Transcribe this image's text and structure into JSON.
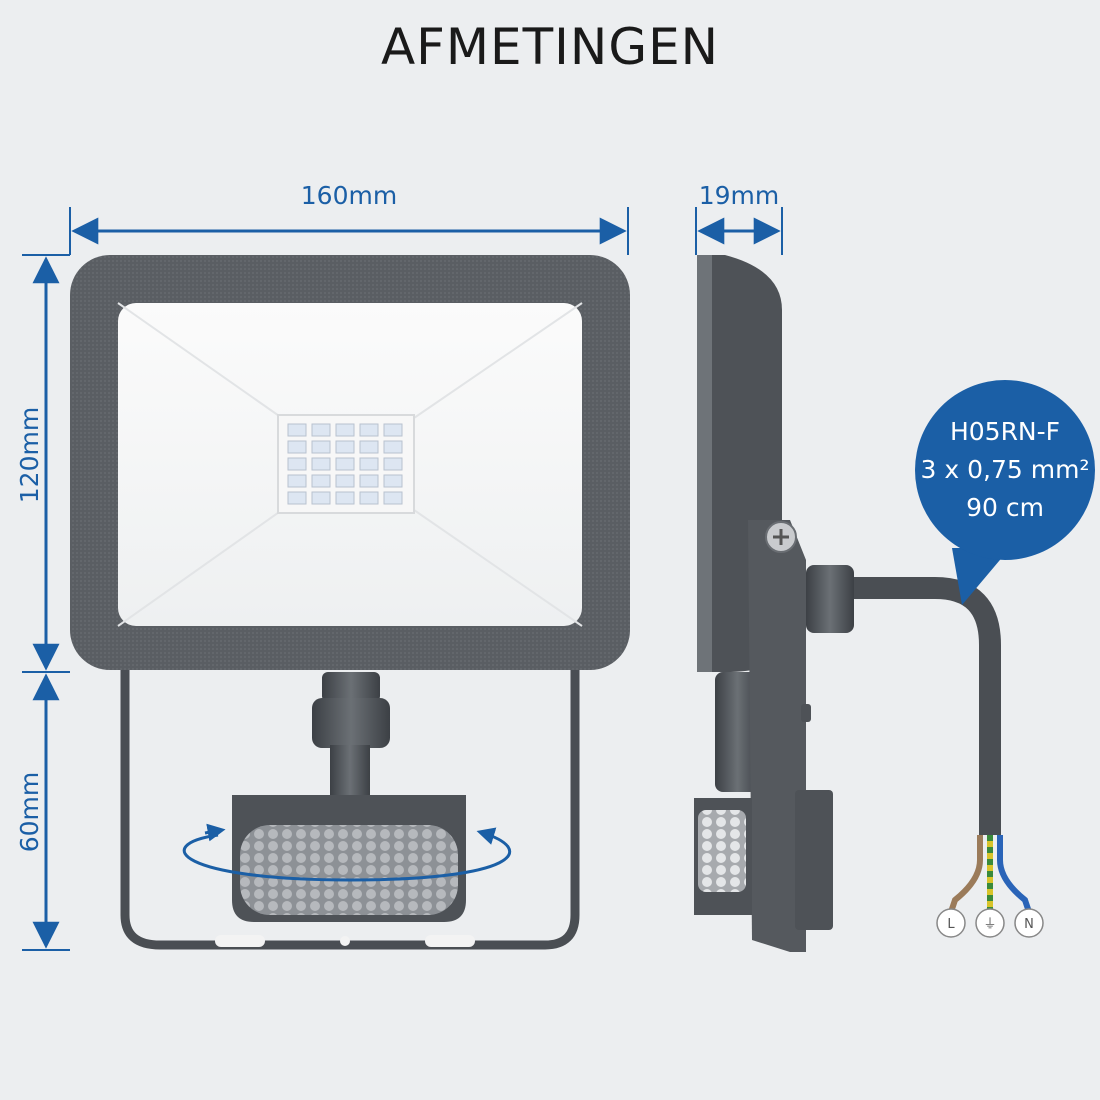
{
  "title": "AFMETINGEN",
  "dimensions": {
    "width": "160mm",
    "depth": "19mm",
    "height_lamp": "120mm",
    "height_bracket": "60mm"
  },
  "cable": {
    "type": "H05RN-F",
    "section": "3 x 0,75 mm²",
    "length": "90 cm"
  },
  "wires": {
    "live": "L",
    "earth": "⏚",
    "neutral": "N"
  },
  "colors": {
    "dimension": "#1b5fa6",
    "callout": "#1b5fa6",
    "housing": "#555a60",
    "wire_live": "#9b7b5a",
    "wire_earth_green": "#3a8a3a",
    "wire_earth_yellow": "#d8c42a",
    "wire_neutral": "#2a64b8"
  }
}
